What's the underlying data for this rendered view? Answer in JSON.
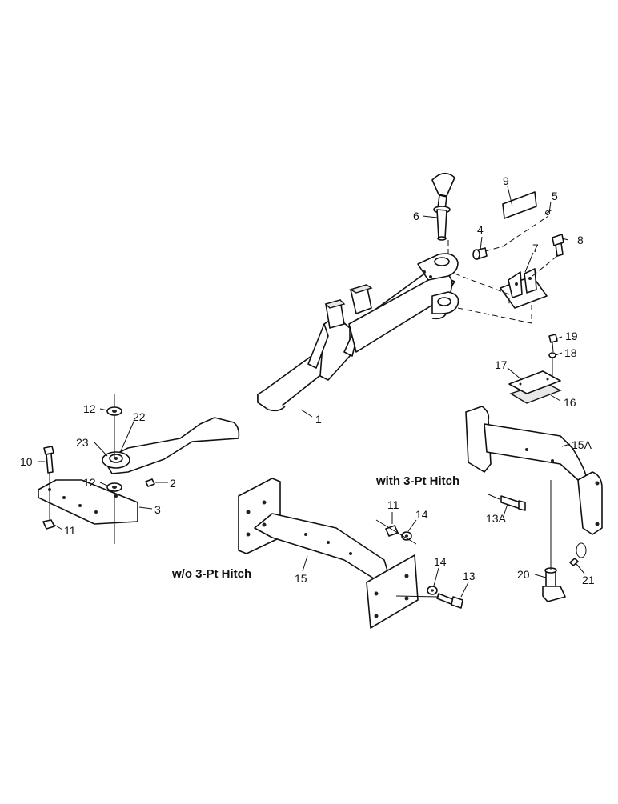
{
  "callouts": {
    "n1": "1",
    "n2": "2",
    "n3": "3",
    "n4": "4",
    "n5": "5",
    "n6": "6",
    "n7": "7",
    "n8": "8",
    "n9": "9",
    "n10": "10",
    "n11a": "11",
    "n11b": "11",
    "n12a": "12",
    "n12b": "12",
    "n13": "13",
    "n13A": "13A",
    "n14a": "14",
    "n14b": "14",
    "n15": "15",
    "n15A": "15A",
    "n16": "16",
    "n17": "17",
    "n18": "18",
    "n19": "19",
    "n20": "20",
    "n21": "21",
    "n22": "22",
    "n23": "23"
  },
  "captions": {
    "with_hitch": "with 3-Pt Hitch",
    "without_hitch": "w/o 3-Pt Hitch"
  }
}
